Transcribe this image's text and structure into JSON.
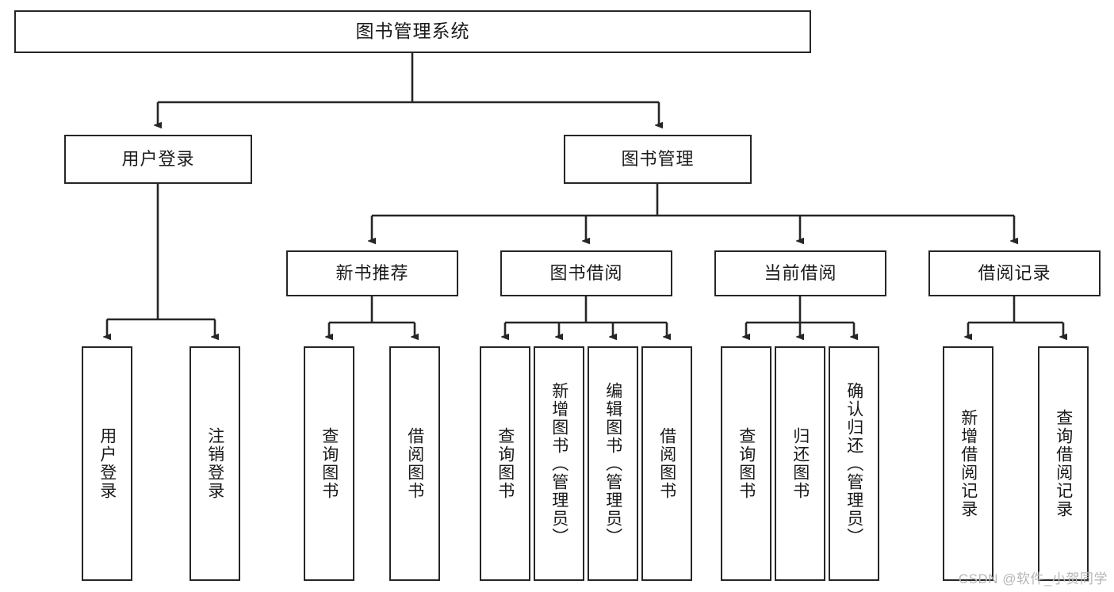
{
  "diagram": {
    "title": "图书管理系统",
    "type": "tree-hierarchy",
    "watermark": "CSDN @软件_小贺同学",
    "colors": {
      "box_border": "#262626",
      "box_fill": "#ffffff",
      "connector": "#262626",
      "text": "#1a1a1a",
      "watermark": "#b6b6b6",
      "background": "#ffffff"
    }
  },
  "root": {
    "label": "图书管理系统"
  },
  "level2": [
    {
      "id": "user-login",
      "label": "用户登录"
    },
    {
      "id": "book-manage",
      "label": "图书管理"
    }
  ],
  "level3": [
    {
      "id": "new-book-recommend",
      "label": "新书推荐"
    },
    {
      "id": "book-borrow",
      "label": "图书借阅"
    },
    {
      "id": "current-borrow",
      "label": "当前借阅"
    },
    {
      "id": "borrow-record",
      "label": "借阅记录"
    }
  ],
  "leaves": {
    "user_login": [
      {
        "id": "leaf-user-login",
        "label": "用户登录"
      },
      {
        "id": "leaf-logout-login",
        "label": "注销登录"
      }
    ],
    "new_book_recommend": [
      {
        "id": "leaf-query-book-1",
        "label": "查询图书"
      },
      {
        "id": "leaf-borrow-book-1",
        "label": "借阅图书"
      }
    ],
    "book_borrow": [
      {
        "id": "leaf-query-book-2",
        "label": "查询图书"
      },
      {
        "id": "leaf-add-book",
        "label": "新增图书（管理员）"
      },
      {
        "id": "leaf-edit-book",
        "label": "编辑图书（管理员）"
      },
      {
        "id": "leaf-borrow-book-2",
        "label": "借阅图书"
      }
    ],
    "current_borrow": [
      {
        "id": "leaf-query-book-3",
        "label": "查询图书"
      },
      {
        "id": "leaf-return-book",
        "label": "归还图书"
      },
      {
        "id": "leaf-confirm-return",
        "label": "确认归还（管理员）"
      }
    ],
    "borrow_record": [
      {
        "id": "leaf-add-record",
        "label": "新增借阅记录"
      },
      {
        "id": "leaf-query-record",
        "label": "查询借阅记录"
      }
    ]
  }
}
